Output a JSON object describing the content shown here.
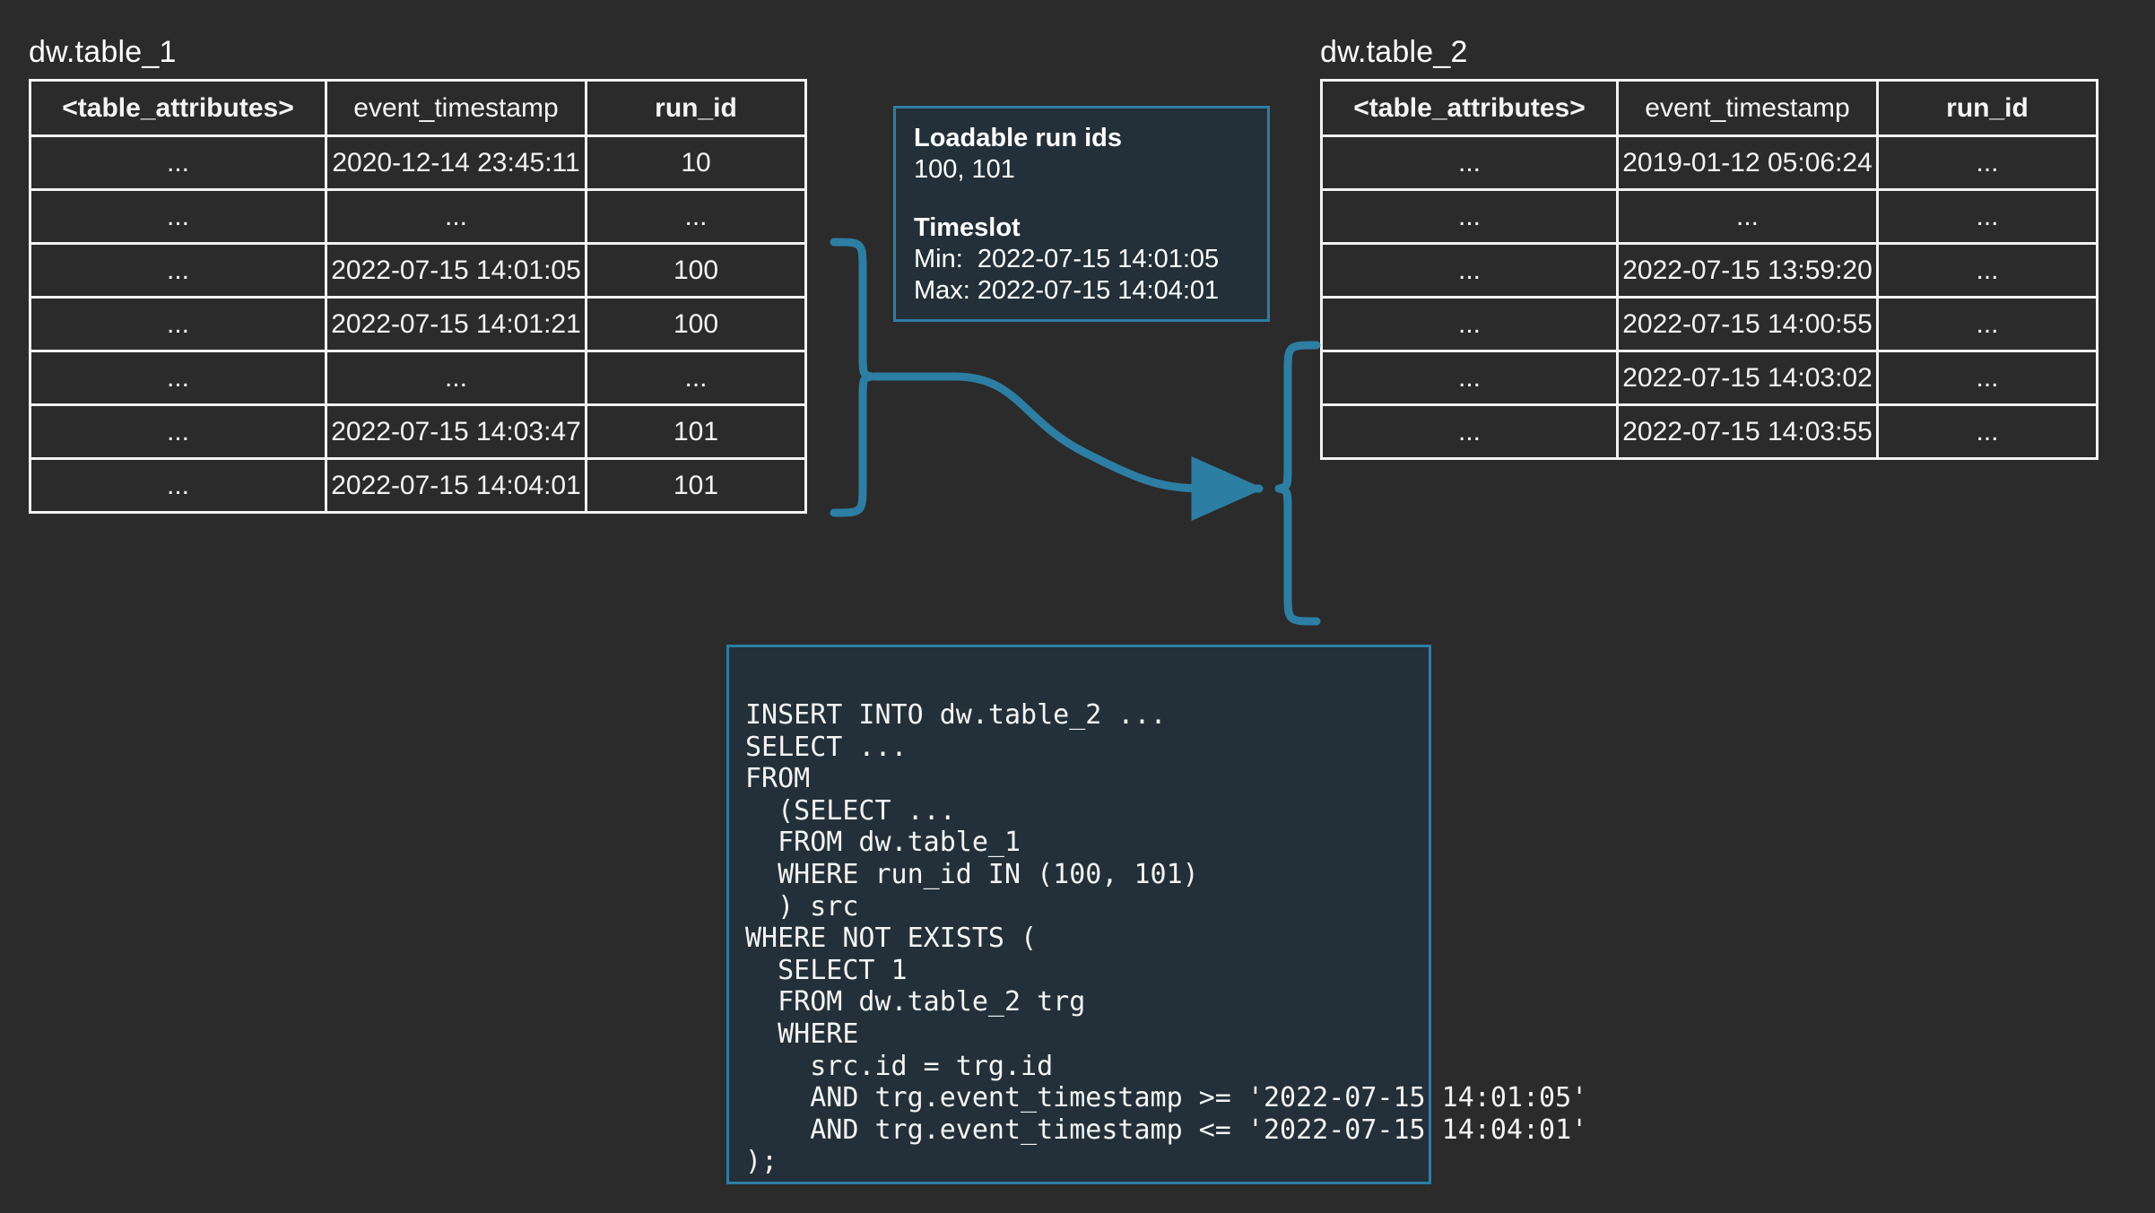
{
  "theme": {
    "background": "#2b2b2b",
    "accent": "#2d7ea3",
    "card_background": "#233039",
    "grid_line": "#f2f2f2",
    "text": "#ffffff"
  },
  "source_table": {
    "caption": "dw.table_1",
    "columns": [
      "<table_attributes>",
      "event_timestamp",
      "run_id"
    ],
    "rows": [
      [
        "...",
        "2020-12-14 23:45:11",
        "10"
      ],
      [
        "...",
        "...",
        "..."
      ],
      [
        "...",
        "2022-07-15 14:01:05",
        "100"
      ],
      [
        "...",
        "2022-07-15 14:01:21",
        "100"
      ],
      [
        "...",
        "...",
        "..."
      ],
      [
        "...",
        "2022-07-15 14:03:47",
        "101"
      ],
      [
        "...",
        "2022-07-15 14:04:01",
        "101"
      ]
    ]
  },
  "target_table": {
    "caption": "dw.table_2",
    "columns": [
      "<table_attributes>",
      "event_timestamp",
      "run_id"
    ],
    "rows": [
      [
        "...",
        "2019-01-12 05:06:24",
        "..."
      ],
      [
        "...",
        "...",
        "..."
      ],
      [
        "...",
        "2022-07-15 13:59:20",
        "..."
      ],
      [
        "...",
        "2022-07-15 14:00:55",
        "..."
      ],
      [
        "...",
        "2022-07-15 14:03:02",
        "..."
      ],
      [
        "...",
        "2022-07-15 14:03:55",
        "..."
      ]
    ]
  },
  "info_card": {
    "run_ids_title": "Loadable run ids",
    "run_ids_value": "100, 101",
    "timeslot_title": "Timeslot",
    "timeslot_min": "Min:  2022-07-15 14:01:05",
    "timeslot_max": "Max: 2022-07-15 14:04:01"
  },
  "sql_card": {
    "sql": "INSERT INTO dw.table_2 ...\nSELECT ...\nFROM\n  (SELECT ...\n  FROM dw.table_1\n  WHERE run_id IN (100, 101)\n  ) src\nWHERE NOT EXISTS (\n  SELECT 1\n  FROM dw.table_2 trg\n  WHERE\n    src.id = trg.id\n    AND trg.event_timestamp >= '2022-07-15 14:01:05'\n    AND trg.event_timestamp <= '2022-07-15 14:04:01'\n);"
  },
  "connectors": {
    "source_brace_label": "source-rows-brace",
    "target_brace_label": "target-rows-brace",
    "flow_arrow_label": "source-to-target-arrow"
  }
}
